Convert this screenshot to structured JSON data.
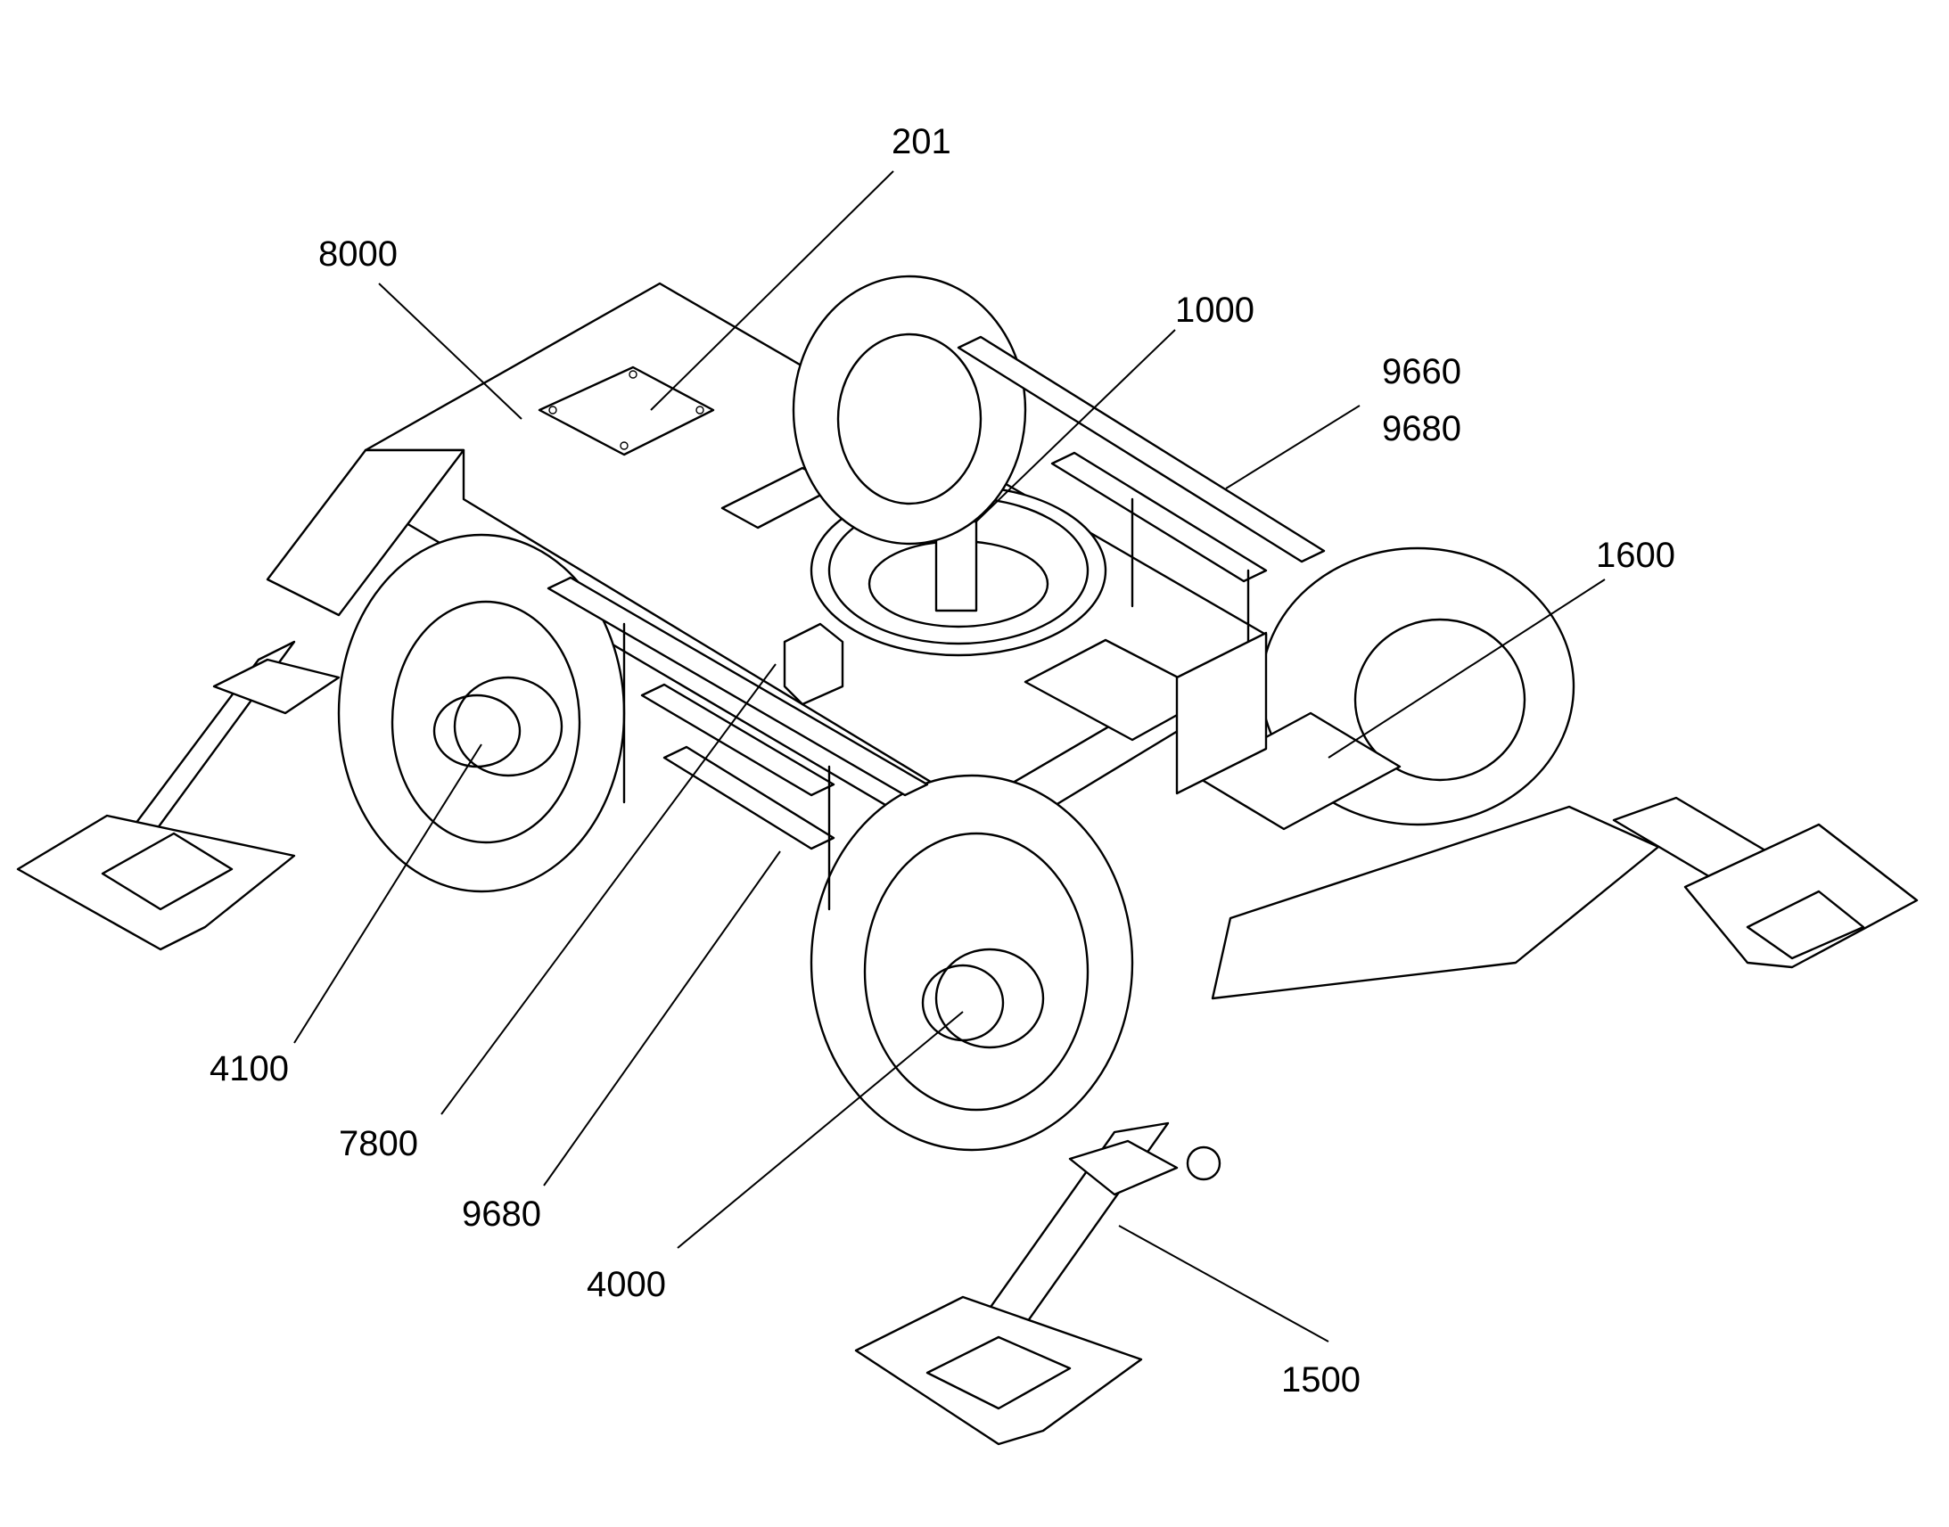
{
  "reference_numerals": [
    {
      "id": "201",
      "text": "201"
    },
    {
      "id": "8000",
      "text": "8000"
    },
    {
      "id": "1000",
      "text": "1000"
    },
    {
      "id": "9660",
      "text": "9660"
    },
    {
      "id": "9680_upper",
      "text": "9680"
    },
    {
      "id": "1600",
      "text": "1600"
    },
    {
      "id": "4100",
      "text": "4100"
    },
    {
      "id": "7800",
      "text": "7800"
    },
    {
      "id": "9680_lower",
      "text": "9680"
    },
    {
      "id": "4000",
      "text": "4000"
    },
    {
      "id": "1500",
      "text": "1500"
    }
  ],
  "colors": {
    "line": "#000000",
    "background": "#ffffff"
  }
}
